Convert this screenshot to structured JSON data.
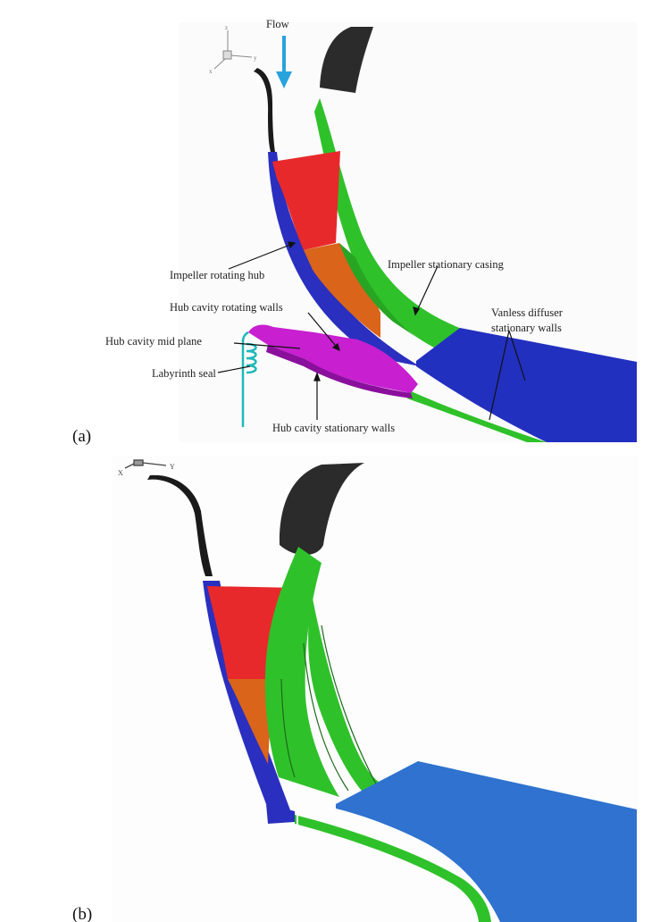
{
  "panels": [
    {
      "id": "a",
      "label": "(a)",
      "flow_label": "Flow",
      "axis_letters": {
        "z": "z",
        "y": "y",
        "x": "x"
      },
      "annotations": {
        "impeller_hub": "Impeller rotating hub",
        "impeller_casing": "Impeller stationary casing",
        "hub_rotating_walls": "Hub cavity rotating walls",
        "hub_mid_plane": "Hub cavity mid plane",
        "diffuser_line1": "Vanless diffuser",
        "diffuser_line2": "stationary walls",
        "labyrinth": "Labyrinth seal",
        "hub_stationary_walls": "Hub cavity stationary walls"
      }
    },
    {
      "id": "b",
      "label": "(b)",
      "axis_letters": {
        "x": "X",
        "y": "Y"
      }
    }
  ],
  "colors": {
    "flow_arrow": "#29a3dc",
    "red": "#e8292b",
    "orange": "#d9641a",
    "green": "#2fc12a",
    "dark": "#2b2b2b",
    "blue_a": "#2a2fbf",
    "blue_b": "#2f72cf",
    "magenta": "#c81fd0",
    "teal": "#1fb8b8"
  }
}
